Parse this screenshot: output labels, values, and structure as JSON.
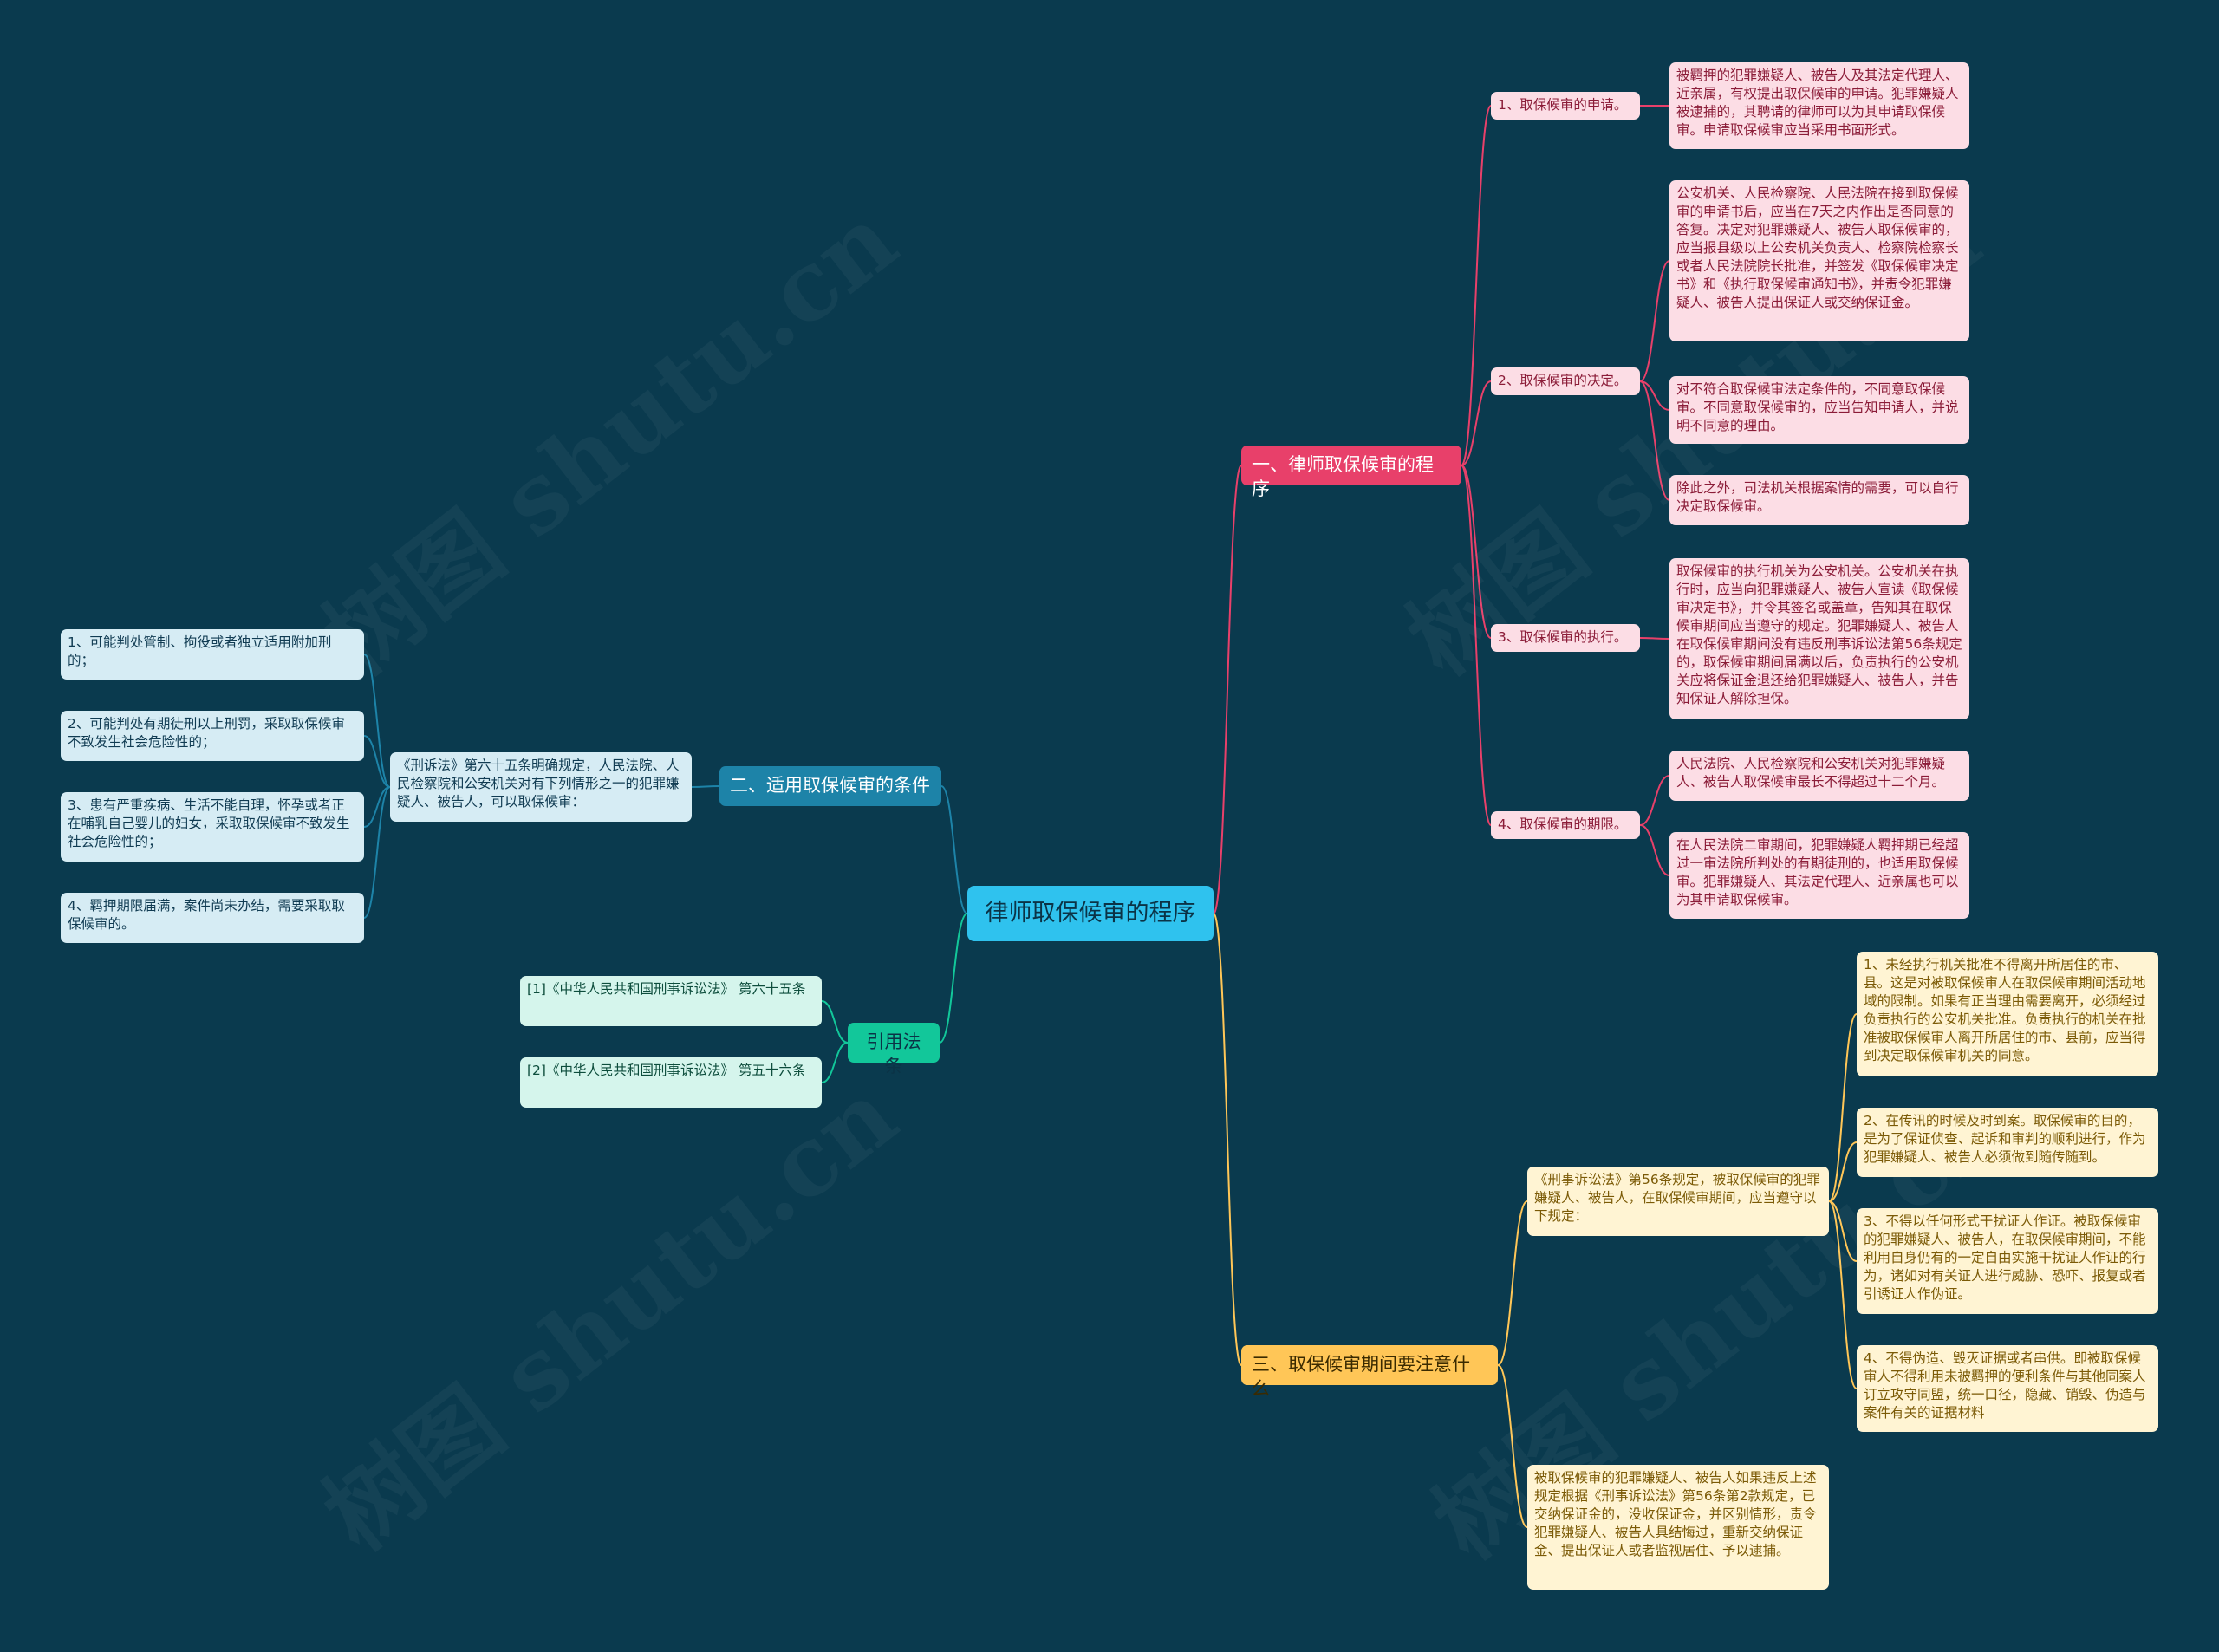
{
  "watermark": "树图 shutu.cn",
  "colors": {
    "background": "#0a3a4e",
    "root": "#2fc2ee",
    "branch1": "#e8406a",
    "branch2": "#1d83a8",
    "branch3": "#12c79a",
    "branch4": "#ffc657"
  },
  "root": {
    "label": "律师取保候审的程序"
  },
  "branch1": {
    "label": "一、律师取保候审的程序",
    "items": [
      {
        "label": "1、取保候审的申请。",
        "details": [
          "被羁押的犯罪嫌疑人、被告人及其法定代理人、近亲属，有权提出取保候审的申请。犯罪嫌疑人被逮捕的，其聘请的律师可以为其申请取保候审。申请取保候审应当采用书面形式。"
        ]
      },
      {
        "label": "2、取保候审的决定。",
        "details": [
          "公安机关、人民检察院、人民法院在接到取保候审的申请书后，应当在7天之内作出是否同意的答复。决定对犯罪嫌疑人、被告人取保候审的，应当报县级以上公安机关负责人、检察院检察长或者人民法院院长批准，并签发《取保候审决定书》和《执行取保候审通知书》，并责令犯罪嫌疑人、被告人提出保证人或交纳保证金。",
          "对不符合取保候审法定条件的，不同意取保候审。不同意取保候审的，应当告知申请人，并说明不同意的理由。",
          "除此之外，司法机关根据案情的需要，可以自行决定取保候审。"
        ]
      },
      {
        "label": "3、取保候审的执行。",
        "details": [
          "取保候审的执行机关为公安机关。公安机关在执行时，应当向犯罪嫌疑人、被告人宣读《取保候审决定书》，并令其签名或盖章，告知其在取保候审期间应当遵守的规定。犯罪嫌疑人、被告人在取保候审期间没有违反刑事诉讼法第56条规定的，取保候审期间届满以后，负责执行的公安机关应将保证金退还给犯罪嫌疑人、被告人，并告知保证人解除担保。"
        ]
      },
      {
        "label": "4、取保候审的期限。",
        "details": [
          "人民法院、人民检察院和公安机关对犯罪嫌疑人、被告人取保候审最长不得超过十二个月。",
          "在人民法院二审期间，犯罪嫌疑人羁押期已经超过一审法院所判处的有期徒刑的，也适用取保候审。犯罪嫌疑人、其法定代理人、近亲属也可以为其申请取保候审。"
        ]
      }
    ]
  },
  "branch2": {
    "label": "二、适用取保候审的条件",
    "intro": "《刑诉法》第六十五条明确规定，人民法院、人民检察院和公安机关对有下列情形之一的犯罪嫌疑人、被告人，可以取保候审：",
    "items": [
      "1、可能判处管制、拘役或者独立适用附加刑的；",
      "2、可能判处有期徒刑以上刑罚，采取取保候审不致发生社会危险性的；",
      "3、患有严重疾病、生活不能自理，怀孕或者正在哺乳自己婴儿的妇女，采取取保候审不致发生社会危险性的；",
      "4、羁押期限届满，案件尚未办结，需要采取取保候审的。"
    ]
  },
  "branch3": {
    "label": "引用法条",
    "items": [
      "[1]《中华人民共和国刑事诉讼法》 第六十五条",
      "[2]《中华人民共和国刑事诉讼法》 第五十六条"
    ]
  },
  "branch4": {
    "label": "三、取保候审期间要注意什么",
    "intro": "《刑事诉讼法》第56条规定，被取保候审的犯罪嫌疑人、被告人，在取保候审期间，应当遵守以下规定：",
    "items": [
      "1、未经执行机关批准不得离开所居住的市、县。这是对被取保候审人在取保候审期间活动地域的限制。如果有正当理由需要离开，必须经过负责执行的公安机关批准。负责执行的机关在批准被取保候审人离开所居住的市、县前，应当得到决定取保候审机关的同意。",
      "2、在传讯的时候及时到案。取保候审的目的，是为了保证侦查、起诉和审判的顺利进行，作为犯罪嫌疑人、被告人必须做到随传随到。",
      "3、不得以任何形式干扰证人作证。被取保候审的犯罪嫌疑人、被告人，在取保候审期间，不能利用自身仍有的一定自由实施干扰证人作证的行为，诸如对有关证人进行威胁、恐吓、报复或者引诱证人作伪证。",
      "4、不得伪造、毁灭证据或者串供。即被取保候审人不得利用未被羁押的便利条件与其他同案人订立攻守同盟，统一口径，隐藏、销毁、伪造与案件有关的证据材料"
    ],
    "note": "被取保候审的犯罪嫌疑人、被告人如果违反上述规定根据《刑事诉讼法》第56条第2款规定，已交纳保证金的，没收保证金，并区别情形，责令犯罪嫌疑人、被告人具结悔过，重新交纳保证金、提出保证人或者监视居住、予以逮捕。"
  }
}
